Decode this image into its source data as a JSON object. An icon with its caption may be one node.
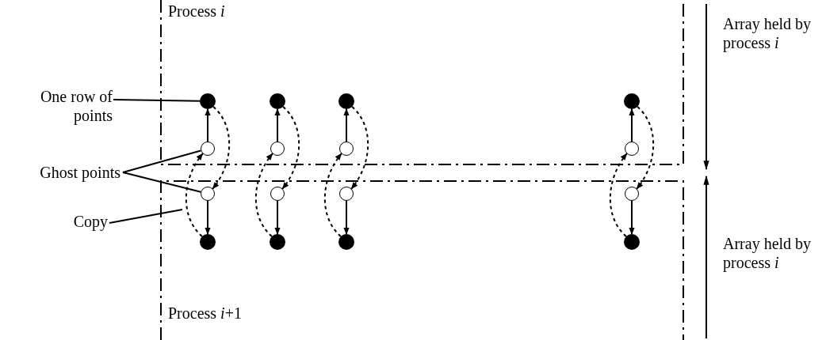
{
  "diagram": {
    "nodes": [
      {
        "text": [
          "One row of points"
        ]
      },
      {
        "text": [
          "Ghost points"
        ]
      },
      {
        "text": [
          "Copy"
        ]
      },
      {
        "text": [],
        "shape": "dot"
      },
      {
        "text": [],
        "shape": "circle"
      },
      {
        "text": [],
        "shape": "circle"
      },
      {
        "text": [],
        "shape": "dot"
      },
      {
        "text": [],
        "shape": "dot"
      },
      {
        "text": [],
        "shape": "circle"
      },
      {
        "text": [],
        "shape": "circle"
      },
      {
        "text": [],
        "shape": "dot"
      },
      {
        "text": [],
        "shape": "dot"
      },
      {
        "text": [],
        "shape": "circle"
      },
      {
        "text": [],
        "shape": "circle"
      },
      {
        "text": [],
        "shape": "dot"
      },
      {
        "text": [],
        "shape": "dot"
      },
      {
        "text": [],
        "shape": "circle"
      },
      {
        "text": [],
        "shape": "circle"
      },
      {
        "text": [],
        "shape": "dot"
      }
    ],
    "edges": [
      {
        "from": 0,
        "to": 3,
        "arrow": "none"
      },
      {
        "from": 1,
        "to": 4,
        "arrow": "none"
      },
      {
        "from": 1,
        "to": 5,
        "arrow": "none"
      },
      {
        "from": 2,
        "to": null,
        "arrow": "none"
      },
      {
        "from": 4,
        "to": 3,
        "arrow": "to"
      },
      {
        "from": 5,
        "to": 6,
        "arrow": "to"
      },
      {
        "from": 3,
        "to": 5,
        "arrow": "to",
        "style": "dashed"
      },
      {
        "from": 6,
        "to": 4,
        "arrow": "to",
        "style": "dashed"
      },
      {
        "from": 8,
        "to": 7,
        "arrow": "to"
      },
      {
        "from": 9,
        "to": 10,
        "arrow": "to"
      },
      {
        "from": 7,
        "to": 9,
        "arrow": "to",
        "style": "dashed"
      },
      {
        "from": 10,
        "to": 8,
        "arrow": "to",
        "style": "dashed"
      },
      {
        "from": 12,
        "to": 11,
        "arrow": "to"
      },
      {
        "from": 13,
        "to": 14,
        "arrow": "to"
      },
      {
        "from": 11,
        "to": 13,
        "arrow": "to",
        "style": "dashed"
      },
      {
        "from": 14,
        "to": 12,
        "arrow": "to",
        "style": "dashed"
      },
      {
        "from": 16,
        "to": 15,
        "arrow": "to"
      },
      {
        "from": 17,
        "to": 18,
        "arrow": "to"
      },
      {
        "from": 15,
        "to": 17,
        "arrow": "to",
        "style": "dashed"
      },
      {
        "from": 18,
        "to": 16,
        "arrow": "to",
        "style": "dashed"
      }
    ],
    "labels": [
      "Process *i*",
      "Array held by process *i*",
      "Array held by process *i*",
      "Process *i*+1"
    ]
  }
}
